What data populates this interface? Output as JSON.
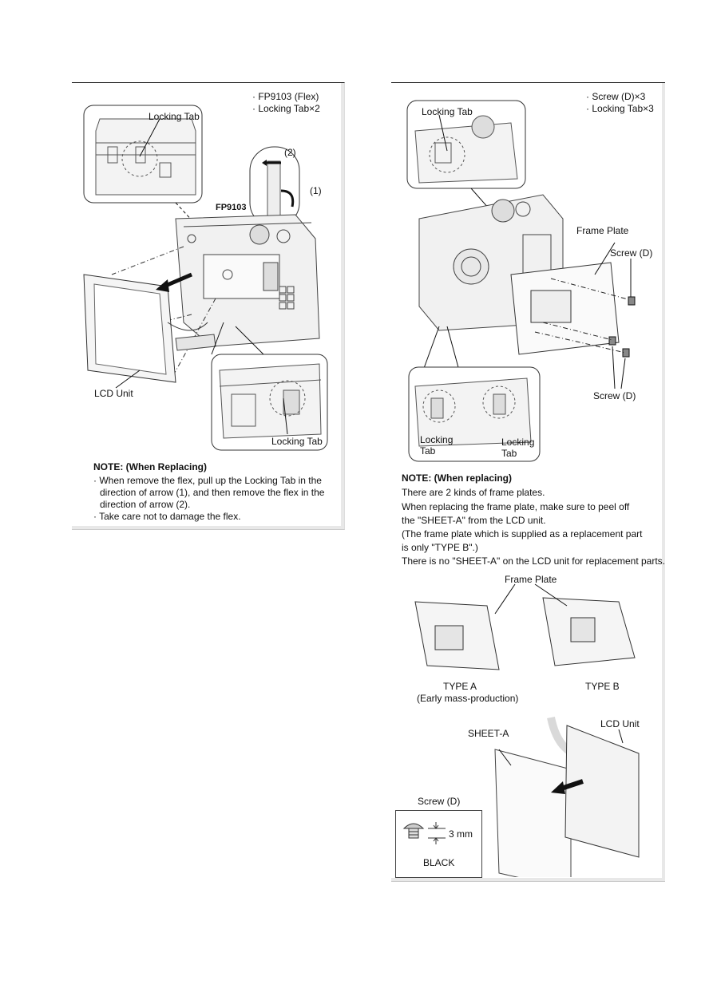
{
  "left": {
    "items": [
      "· FP9103 (Flex)",
      "· Locking Tab×2"
    ],
    "labels": {
      "locking_tab_top": "Locking Tab",
      "arrow2": "(2)",
      "arrow1": "(1)",
      "fp": "FP9103",
      "lcd": "LCD Unit",
      "locking_tab_bottom": "Locking Tab"
    },
    "note_title": "NOTE: (When Replacing)",
    "note_lines": [
      "· When remove the flex, pull up the Locking Tab in the",
      "direction of arrow (1), and then remove the flex in the",
      "direction of arrow (2).",
      "· Take care not to damage the flex."
    ]
  },
  "right": {
    "items": [
      "· Screw (D)×3",
      "· Locking Tab×3"
    ],
    "labels": {
      "locking_tab_top": "Locking Tab",
      "frame_plate": "Frame Plate",
      "screw_d_1": "Screw (D)",
      "screw_d_2": "Screw (D)",
      "locking_a1": "Locking",
      "locking_a2": "Tab",
      "locking_b1": "Locking",
      "locking_b2": "Tab"
    },
    "note_title": "NOTE: (When replacing)",
    "note_lines": [
      "There are 2 kinds of frame plates.",
      "When replacing the frame plate, make sure to peel off",
      "the \"SHEET-A\" from the LCD unit.",
      "(The frame plate which is supplied as a replacement part",
      "is only \"TYPE B\".)",
      "There is no \"SHEET-A\" on the LCD unit for replacement parts."
    ],
    "frame_plate_label": "Frame Plate",
    "type_a": "TYPE A",
    "type_a_sub": "(Early mass-production)",
    "type_b": "TYPE B",
    "sheet_a": "SHEET-A",
    "lcd_unit": "LCD Unit",
    "screw_box_title": "Screw (D)",
    "screw_size": "3 mm",
    "screw_color": "BLACK"
  }
}
